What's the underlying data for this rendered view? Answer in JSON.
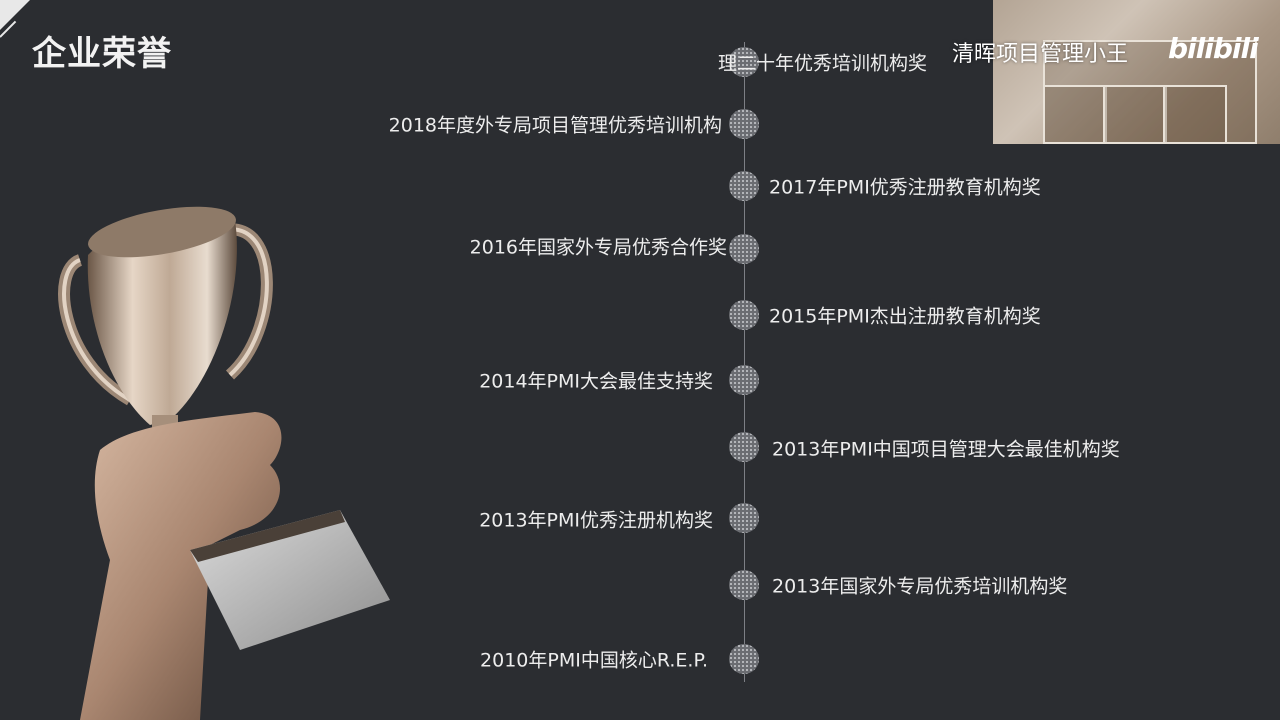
{
  "page": {
    "title": "企业荣誉"
  },
  "colors": {
    "background": "#2b2d31",
    "text": "#ededed",
    "axis": "#7d7f85",
    "trophy_light": "#d9c9b8",
    "trophy_dark": "#6a5a4a",
    "hand": "#b89a84"
  },
  "timeline": [
    {
      "text": "理二十年优秀培训机构奖",
      "side": "right"
    },
    {
      "text": "2018年度外专局项目管理优秀培训机构",
      "side": "left"
    },
    {
      "text": "2017年PMI优秀注册教育机构奖",
      "side": "right"
    },
    {
      "text": "2016年国家外专局优秀合作奖",
      "side": "left"
    },
    {
      "text": "2015年PMI杰出注册教育机构奖",
      "side": "right"
    },
    {
      "text": "2014年PMI大会最佳支持奖",
      "side": "left"
    },
    {
      "text": "2013年PMI中国项目管理大会最佳机构奖",
      "side": "right"
    },
    {
      "text": "2013年PMI优秀注册机构奖",
      "side": "left"
    },
    {
      "text": "2013年国家外专局优秀培训机构奖",
      "side": "right"
    },
    {
      "text": "2010年PMI中国核心R.E.P.",
      "side": "left"
    }
  ],
  "overlay": {
    "watermark": "清晖项目管理小王",
    "brand": "bilibili"
  },
  "illustration": {
    "icon": "trophy-in-hand-icon"
  }
}
